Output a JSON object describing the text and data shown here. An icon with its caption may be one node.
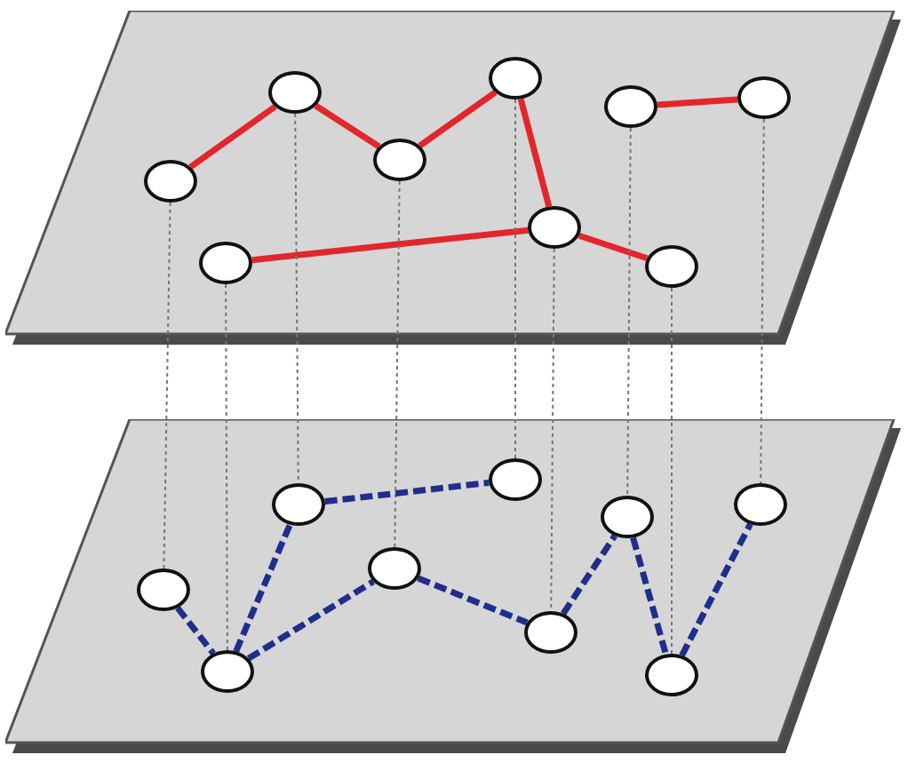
{
  "diagram": {
    "nodes": [
      {
        "text": [],
        "shape": "parallelogram"
      },
      {
        "text": [],
        "shape": "circle",
        "in": 0
      },
      {
        "text": [],
        "shape": "circle",
        "in": 0
      },
      {
        "text": [],
        "shape": "circle",
        "in": 0
      },
      {
        "text": [],
        "shape": "circle",
        "in": 0
      },
      {
        "text": [],
        "shape": "circle",
        "in": 0
      },
      {
        "text": [],
        "shape": "circle",
        "in": 0
      },
      {
        "text": [],
        "shape": "circle",
        "in": 0
      },
      {
        "text": [],
        "shape": "circle",
        "in": 0
      },
      {
        "text": [],
        "shape": "circle",
        "in": 0
      },
      {
        "text": [],
        "shape": "parallelogram"
      },
      {
        "text": [],
        "shape": "circle",
        "in": 10
      },
      {
        "text": [],
        "shape": "circle",
        "in": 10
      },
      {
        "text": [],
        "shape": "circle",
        "in": 10
      },
      {
        "text": [],
        "shape": "circle",
        "in": 10
      },
      {
        "text": [],
        "shape": "circle",
        "in": 10
      },
      {
        "text": [],
        "shape": "circle",
        "in": 10
      },
      {
        "text": [],
        "shape": "circle",
        "in": 10
      },
      {
        "text": [],
        "shape": "circle",
        "in": 10
      },
      {
        "text": [],
        "shape": "circle",
        "in": 10
      }
    ],
    "edges": [
      {
        "from": 1,
        "to": 3,
        "arrow": "none",
        "color": "#e3262b"
      },
      {
        "from": 3,
        "to": 4,
        "arrow": "none",
        "color": "#e3262b"
      },
      {
        "from": 4,
        "to": 5,
        "arrow": "none",
        "color": "#e3262b"
      },
      {
        "from": 5,
        "to": 6,
        "arrow": "none",
        "color": "#e3262b"
      },
      {
        "from": 7,
        "to": 9,
        "arrow": "none",
        "color": "#e3262b"
      },
      {
        "from": 2,
        "to": 6,
        "arrow": "none",
        "color": "#e3262b"
      },
      {
        "from": 6,
        "to": 8,
        "arrow": "none",
        "color": "#e3262b"
      },
      {
        "from": 1,
        "to": 11,
        "arrow": "none",
        "style": "dashed"
      },
      {
        "from": 2,
        "to": 12,
        "arrow": "none",
        "style": "dashed"
      },
      {
        "from": 3,
        "to": 13,
        "arrow": "none",
        "style": "dashed"
      },
      {
        "from": 4,
        "to": 14,
        "arrow": "none",
        "style": "dashed"
      },
      {
        "from": 5,
        "to": 15,
        "arrow": "none",
        "style": "dashed"
      },
      {
        "from": 6,
        "to": 16,
        "arrow": "none",
        "style": "dashed"
      },
      {
        "from": 7,
        "to": 17,
        "arrow": "none",
        "style": "dashed"
      },
      {
        "from": 8,
        "to": 18,
        "arrow": "none",
        "style": "dashed"
      },
      {
        "from": 9,
        "to": 19,
        "arrow": "none",
        "style": "dashed"
      },
      {
        "from": 11,
        "to": 12,
        "arrow": "none",
        "style": "dashed",
        "color": "#1f2e8c"
      },
      {
        "from": 12,
        "to": 13,
        "arrow": "none",
        "style": "dashed",
        "color": "#1f2e8c"
      },
      {
        "from": 13,
        "to": 15,
        "arrow": "none",
        "style": "dashed",
        "color": "#1f2e8c"
      },
      {
        "from": 12,
        "to": 14,
        "arrow": "none",
        "style": "dashed",
        "color": "#1f2e8c"
      },
      {
        "from": 14,
        "to": 16,
        "arrow": "none",
        "style": "dashed",
        "color": "#1f2e8c"
      },
      {
        "from": 16,
        "to": 17,
        "arrow": "none",
        "style": "dashed",
        "color": "#1f2e8c"
      },
      {
        "from": 17,
        "to": 18,
        "arrow": "none",
        "style": "dashed",
        "color": "#1f2e8c"
      },
      {
        "from": 18,
        "to": 19,
        "arrow": "none",
        "style": "dashed",
        "color": "#1f2e8c"
      }
    ]
  }
}
